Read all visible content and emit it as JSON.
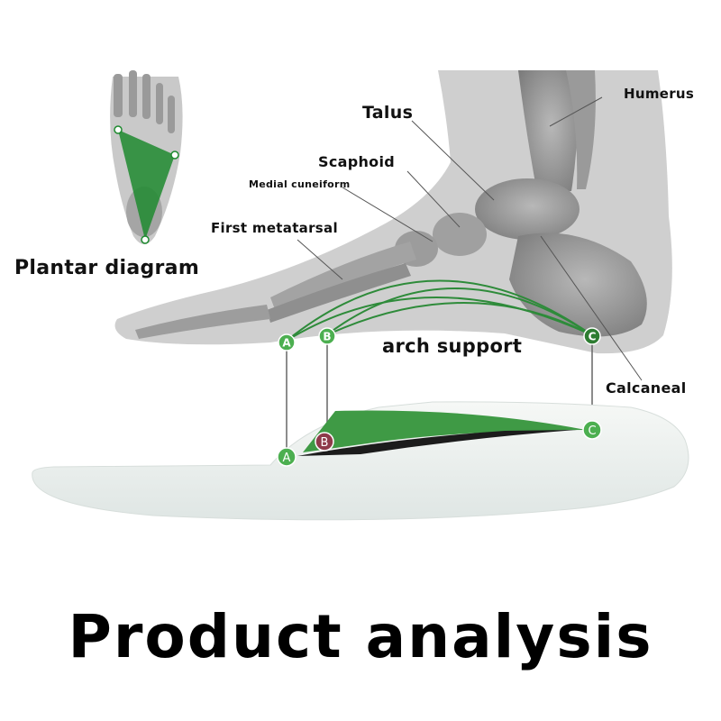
{
  "labels": {
    "talus": "Talus",
    "humerus": "Humerus",
    "scaphoid": "Scaphoid",
    "medial_cuneiform": "Medial cuneiform",
    "first_metatarsal": "First metatarsal",
    "plantar_diagram": "Plantar diagram",
    "arch_support": "arch support",
    "calcaneal": "Calcaneal"
  },
  "points": {
    "a": "A",
    "b": "B",
    "c": "C"
  },
  "title": "Product analysis",
  "colors": {
    "point_green": "#4caf50",
    "point_maroon": "#8e3a4a",
    "arch_green": "#3f9a45",
    "bone_gray": "#8a8a8a",
    "insole": "#eef2ee"
  }
}
